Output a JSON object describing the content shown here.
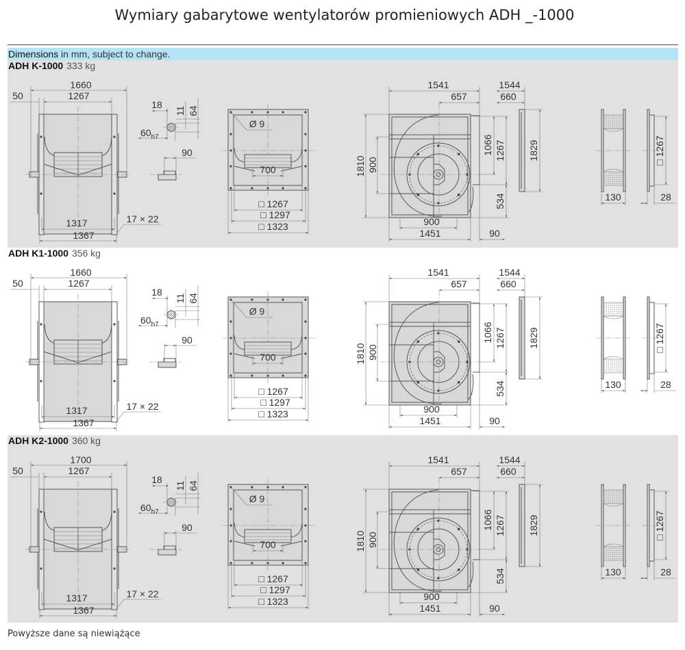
{
  "title": "Wymiary gabarytowe wentylatorów promieniowych ADH _-1000",
  "notice": {
    "bold": "Dimensions",
    "rest": " in mm, subject to change."
  },
  "footer": "Powyższe dane są niewiążące",
  "sections": [
    {
      "model": "ADH K-1000",
      "weight": "333 kg",
      "dims": {
        "front_overall": "1660",
        "front_offset": "50",
        "front_inner": "1267",
        "front_base_inner": "1317",
        "front_base_outer": "1367",
        "front_holes": "17 × 22",
        "shaft_18": "18",
        "shaft_11": "11",
        "shaft_64": "64",
        "shaft_dia": "60",
        "shaft_tol": "h7",
        "key_90": "90",
        "hole_dia": "Ø 9",
        "inlet_700": "700",
        "flange_1267": "□ 1267",
        "flange_1297": "□ 1297",
        "flange_1323": "□ 1323",
        "side_1541": "1541",
        "side_657": "657",
        "side_1544": "1544",
        "side_660": "660",
        "side_1810": "1810",
        "side_900v": "900",
        "side_1066": "1066",
        "side_1267": "1267",
        "side_534": "534",
        "side_1829": "1829",
        "side_900h": "900",
        "side_1451": "1451",
        "side_90": "90",
        "inlet_130": "130",
        "outlet_flange": "□ 1267",
        "outlet_28": "28"
      }
    },
    {
      "model": "ADH K1-1000",
      "weight": "356 kg",
      "dims": {
        "front_overall": "1660",
        "front_offset": "50",
        "front_inner": "1267",
        "front_base_inner": "1317",
        "front_base_outer": "1367",
        "front_holes": "17 × 22",
        "shaft_18": "18",
        "shaft_11": "11",
        "shaft_64": "64",
        "shaft_dia": "60",
        "shaft_tol": "h7",
        "key_90": "90",
        "hole_dia": "Ø 9",
        "inlet_700": "700",
        "flange_1267": "□ 1267",
        "flange_1297": "□ 1297",
        "flange_1323": "□ 1323",
        "side_1541": "1541",
        "side_657": "657",
        "side_1544": "1544",
        "side_660": "660",
        "side_1810": "1810",
        "side_900v": "900",
        "side_1066": "1066",
        "side_1267": "1267",
        "side_534": "534",
        "side_1829": "1829",
        "side_900h": "900",
        "side_1451": "1451",
        "side_90": "90",
        "inlet_130": "130",
        "outlet_flange": "□ 1267",
        "outlet_28": "28"
      }
    },
    {
      "model": "ADH K2-1000",
      "weight": "360 kg",
      "dims": {
        "front_overall": "1700",
        "front_offset": "50",
        "front_inner": "1267",
        "front_base_inner": "1317",
        "front_base_outer": "1367",
        "front_holes": "17 × 22",
        "shaft_18": "18",
        "shaft_11": "11",
        "shaft_64": "64",
        "shaft_dia": "60",
        "shaft_tol": "h7",
        "key_90": "90",
        "hole_dia": "Ø 9",
        "inlet_700": "700",
        "flange_1267": "□ 1267",
        "flange_1297": "□ 1297",
        "flange_1323": "□ 1323",
        "side_1541": "1541",
        "side_657": "657",
        "side_1544": "1544",
        "side_660": "660",
        "side_1810": "1810",
        "side_900v": "900",
        "side_1066": "1066",
        "side_1267": "1267",
        "side_534": "534",
        "side_1829": "1829",
        "side_900h": "900",
        "side_1451": "1451",
        "side_90": "90",
        "inlet_130": "130",
        "outlet_flange": "□ 1267",
        "outlet_28": "28"
      }
    }
  ]
}
